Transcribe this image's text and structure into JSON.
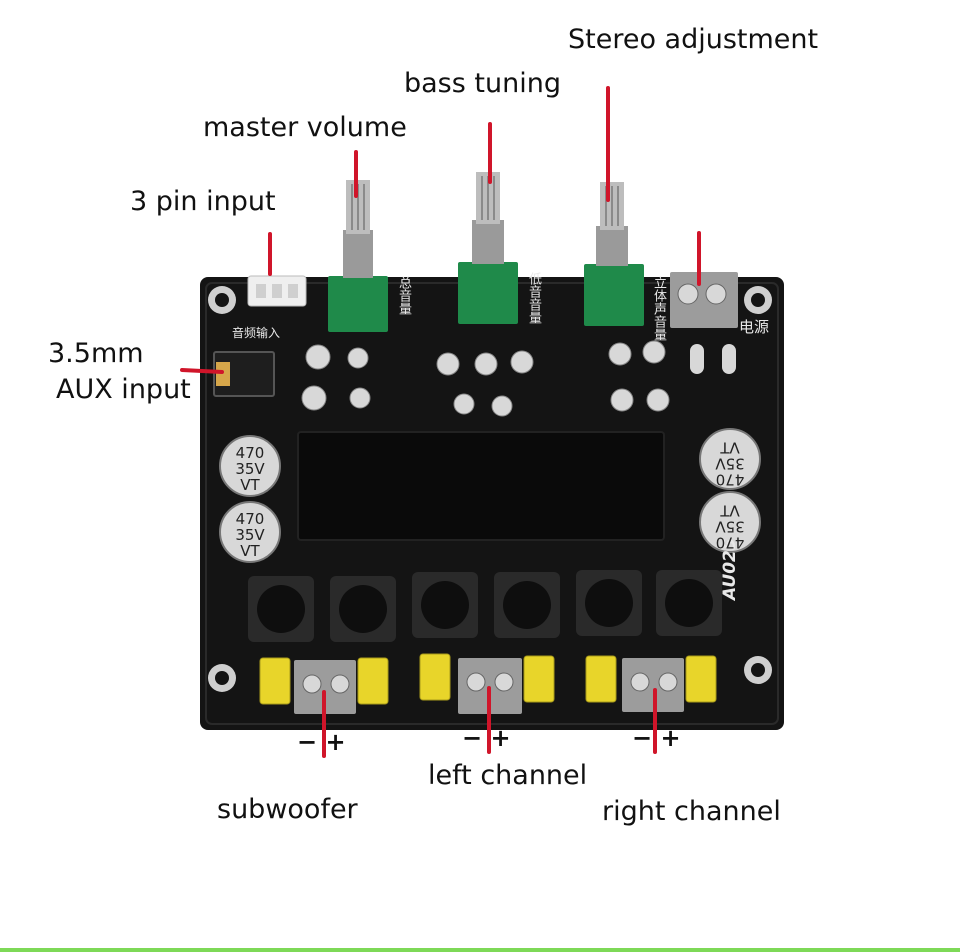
{
  "labels": {
    "stereo": "Stereo adjustment",
    "bass": "bass tuning",
    "master": "master volume",
    "pin3": "3 pin input",
    "aux_line1": "3.5mm",
    "aux_line2": "AUX input",
    "subwoofer": "subwoofer",
    "left": "left channel",
    "right": "right channel"
  },
  "polarity": {
    "sub": "− +",
    "left": "− +",
    "right": "− +"
  },
  "board": {
    "model": "AU025",
    "power_label": "电源",
    "audio_input_label": "音频输入",
    "master_chinese": "总音量",
    "bass_chinese": "低音音量",
    "stereo_chinese": "立体声音量",
    "cap_text": "470\n35V\nVT"
  },
  "colors": {
    "pointer": "#d0152a",
    "pcb": "#141414",
    "knob_green": "#1f8a4a",
    "terminal": "#9c9c9c",
    "yellow_cap": "#e8d52a",
    "capacitor": "#d8d8d8"
  }
}
